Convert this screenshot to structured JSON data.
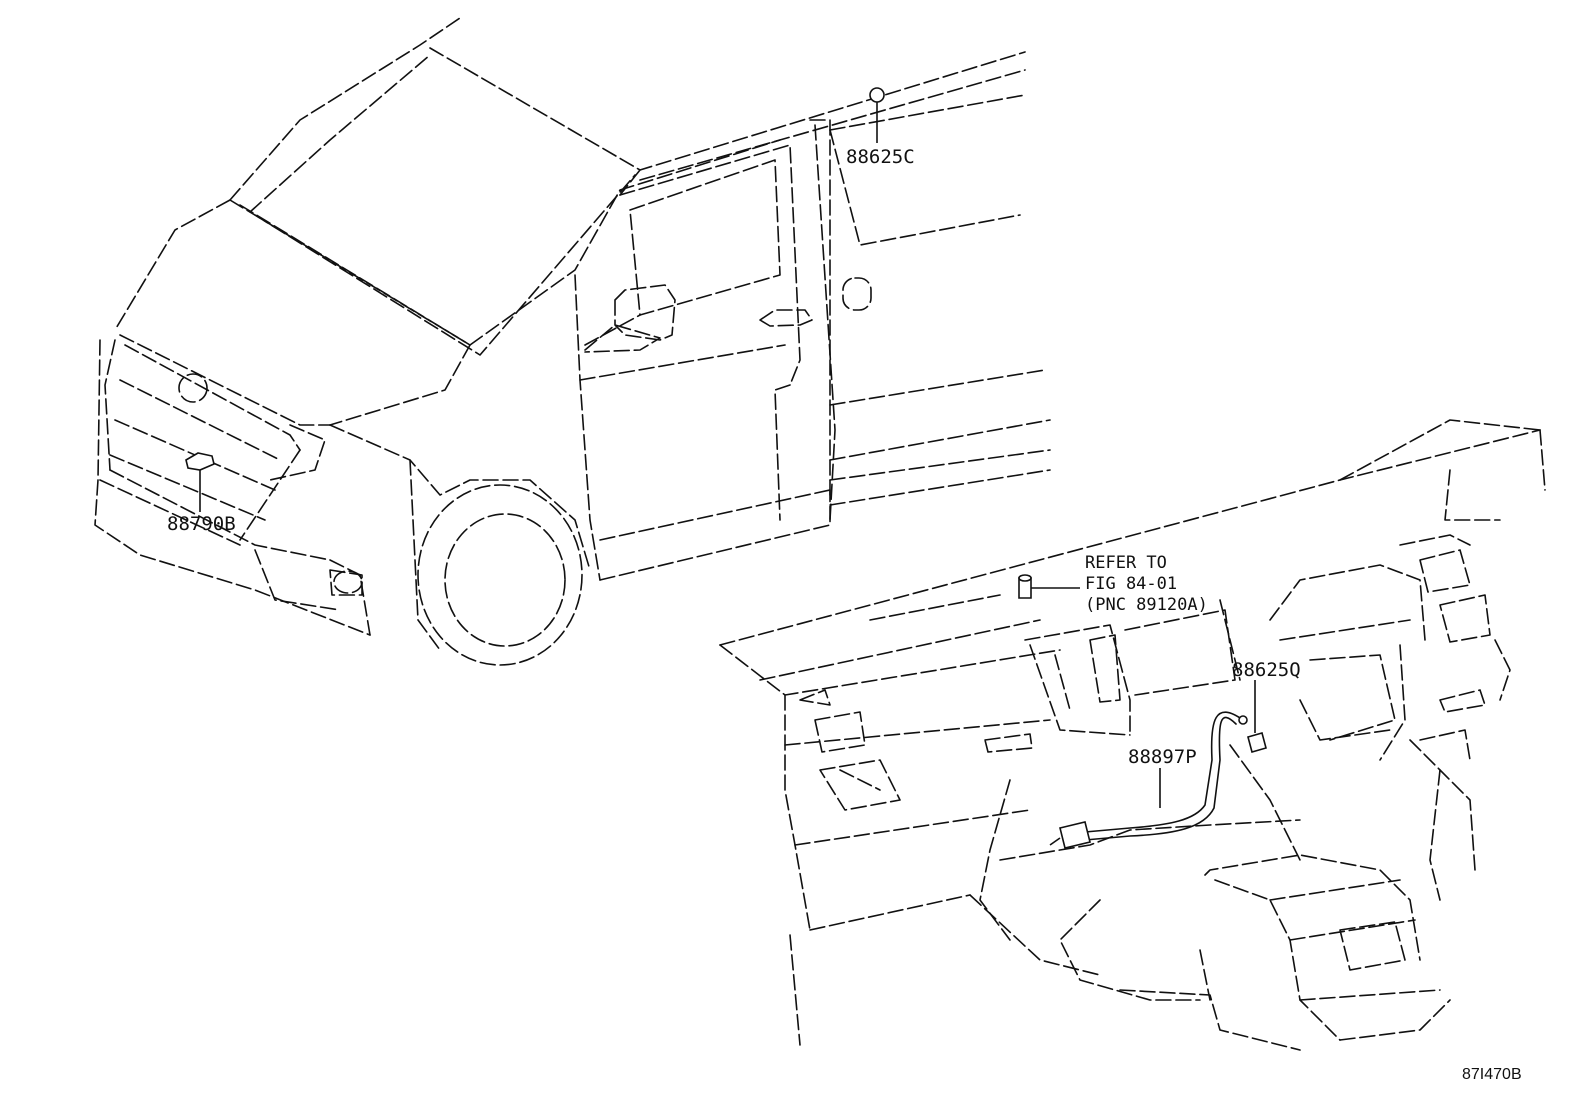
{
  "callouts": {
    "front_sensor": "88790B",
    "roof_sensor": "88625C",
    "dash_sensor": "88625Q",
    "harness": "88897P"
  },
  "reference_note": {
    "line1": "REFER TO",
    "line2": "FIG 84-01",
    "line3": "(PNC 89120A)"
  },
  "figure_code": "87I470B"
}
